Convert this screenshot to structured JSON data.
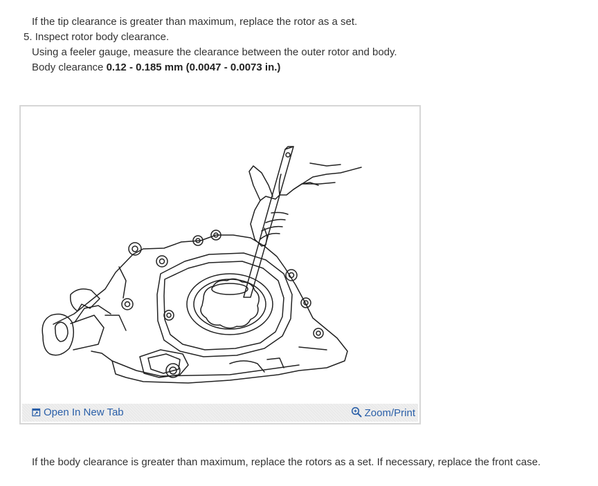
{
  "text": {
    "line1": "If the tip clearance is greater than maximum, replace the rotor as a set.",
    "step_number": "5.",
    "step_title": "Inspect rotor body clearance.",
    "line3": "Using a feeler gauge, measure the clearance between the outer rotor and body.",
    "spec_label": "Body clearance",
    "spec_value": "0.12 - 0.185 mm (0.0047 - 0.0073 in.)",
    "line5": "If the body clearance is greater than maximum, replace the rotors as a set. If necessary, replace the front case."
  },
  "figure": {
    "open_link": "Open In New Tab",
    "zoom_link": "Zoom/Print",
    "open_icon": "open-new-tab-icon",
    "zoom_icon": "magnifier-icon",
    "link_color": "#2a5fa8"
  }
}
